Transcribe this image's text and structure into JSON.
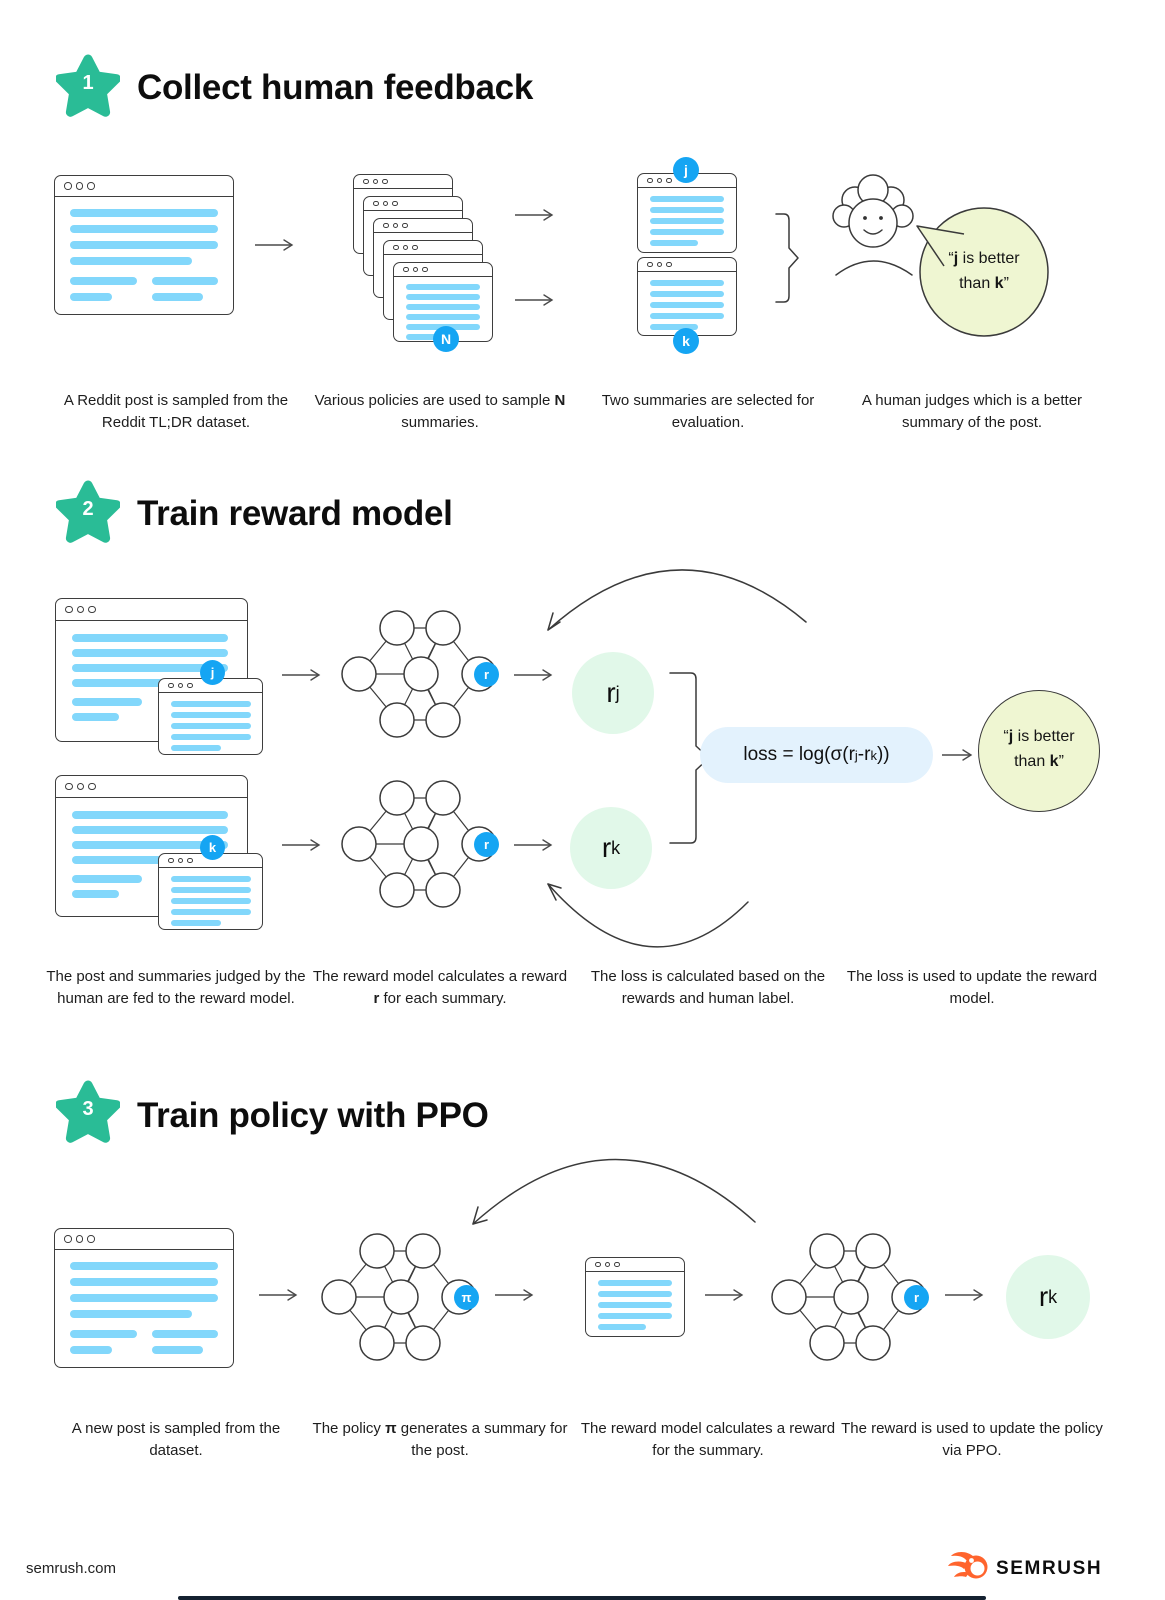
{
  "sections": [
    {
      "num": "1",
      "title": "Collect human feedback",
      "captions": [
        {
          "pre": "A Reddit post is sampled from the Reddit TL;DR dataset.",
          "bold": "",
          "post": ""
        },
        {
          "pre": "Various policies are used to sample ",
          "bold": "N",
          "post": " summaries."
        },
        {
          "pre": "Two summaries are selected for evaluation.",
          "bold": "",
          "post": ""
        },
        {
          "pre": "A human judges which is a better summary of the post.",
          "bold": "",
          "post": ""
        }
      ]
    },
    {
      "num": "2",
      "title": "Train reward model",
      "captions": [
        {
          "pre": "The post and summaries judged by the human are fed to the reward model.",
          "bold": "",
          "post": ""
        },
        {
          "pre": "The reward model calculates a reward ",
          "bold": "r",
          "post": " for each summary."
        },
        {
          "pre": "The loss is calculated based on the rewards and human label.",
          "bold": "",
          "post": ""
        },
        {
          "pre": "The loss is used to update the reward model.",
          "bold": "",
          "post": ""
        }
      ]
    },
    {
      "num": "3",
      "title": "Train policy with PPO",
      "captions": [
        {
          "pre": "A new post is sampled from the dataset.",
          "bold": "",
          "post": ""
        },
        {
          "pre": "The policy ",
          "bold": "π",
          "post": " generates a summary for the post."
        },
        {
          "pre": "The reward model calculates a reward for the summary.",
          "bold": "",
          "post": ""
        },
        {
          "pre": "The reward is used to update the policy via PPO.",
          "bold": "",
          "post": ""
        }
      ]
    }
  ],
  "labels": {
    "n": "N",
    "j": "j",
    "k": "k",
    "r": "r",
    "pi": "π"
  },
  "verdict": {
    "q1": "“",
    "j": "j",
    "rest1": " is better",
    "l2pre": "than ",
    "k": "k",
    "q2": "”"
  },
  "loss": {
    "p1": "loss = log(σ(r",
    "s1": "j",
    "p2": "-r",
    "s2": "k",
    "p3": "))"
  },
  "footer": {
    "site": "semrush.com",
    "brand": "SEMRUSH"
  },
  "icons": {
    "star_badge": "five-point star",
    "arrow": "right arrow",
    "feedback_arc": "curved update arrow",
    "brace": "curly brace",
    "human_judge": "person with cloud hair",
    "speech_bubble": "round speech balloon",
    "neural_network": "7-node network graph",
    "semrush_flame": "orange comet ball"
  },
  "colors": {
    "accent_green": "#2abc96",
    "accent_blue": "#15a5f3",
    "sky_line": "#82d7fb",
    "mint": "#e1f8e9",
    "lemon": "#eff6d2",
    "pill_blue": "#e3f2fd",
    "semrush_orange": "#ff642d"
  }
}
